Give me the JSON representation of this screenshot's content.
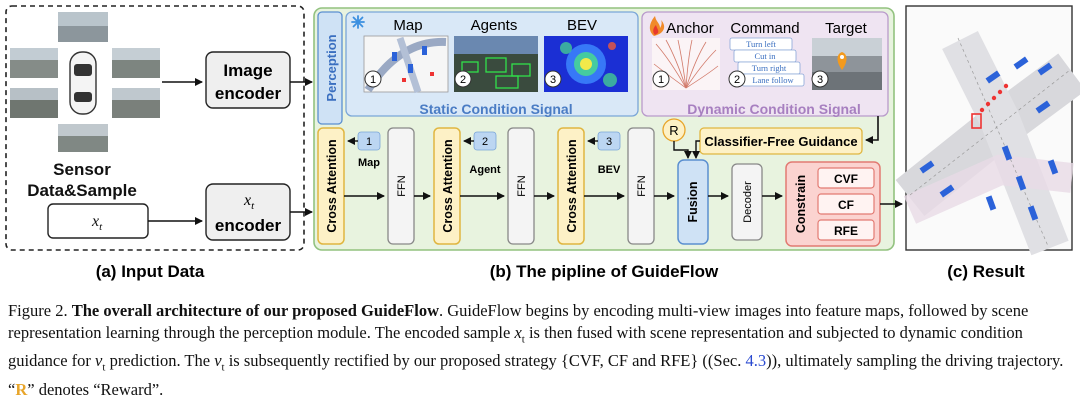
{
  "panels": {
    "input": {
      "caption": "(a) Input Data",
      "sensor_label_line1": "Sensor",
      "sensor_label_line2": "Data&Sample",
      "xt_symbol": "x",
      "xt_sub": "t",
      "image_encoder_line1": "Image",
      "image_encoder_line2": "encoder",
      "xt_encoder_symbol": "x",
      "xt_encoder_sub": "t",
      "xt_encoder_line2": "encoder"
    },
    "pipeline": {
      "caption": "(b) The pipline of GuideFlow",
      "perception_label": "Perception",
      "static": {
        "title": "Static Condition Signal",
        "items": [
          {
            "label": "Map",
            "num": "1"
          },
          {
            "label": "Agents",
            "num": "2"
          },
          {
            "label": "BEV",
            "num": "3"
          }
        ]
      },
      "dynamic": {
        "title": "Dynamic Condition Signal",
        "items": [
          {
            "label": "Anchor",
            "num": "1"
          },
          {
            "label": "Command",
            "num": "2"
          },
          {
            "label": "Target",
            "num": "3"
          }
        ],
        "commands": [
          "Turn left",
          "Cut in",
          "Turn right",
          "Lane follow"
        ]
      },
      "classifier_free_guidance": "Classifier-Free Guidance",
      "reward_badge": "R",
      "blocks": {
        "cross_attention": "Cross Attention",
        "ffn": "FFN",
        "fusion": "Fusion",
        "decoder": "Decoder",
        "constrain": "Constrain"
      },
      "token_labels": [
        {
          "num": "1",
          "label": "Map"
        },
        {
          "num": "2",
          "label": "Agent"
        },
        {
          "num": "3",
          "label": "BEV"
        }
      ],
      "constraints": [
        "CVF",
        "CF",
        "RFE"
      ]
    },
    "result": {
      "caption": "(c) Result"
    }
  },
  "caption": {
    "prefix": "Figure 2. ",
    "bold_title": "The overall architecture of our proposed GuideFlow",
    "s1": ". GuideFlow begins by encoding multi-view images into feature maps, followed by scene representation learning through the perception module. The encoded sample ",
    "var_x": "x",
    "var_x_sub": "t",
    "s2": " is then fused with scene representation and subjected to dynamic condition guidance for ",
    "var_v": "v",
    "var_v_sub": "t",
    "s3": " prediction. The ",
    "s4": " is subsequently rectified by our proposed strategy {CVF, CF and RFE} ((Sec. ",
    "sec_link": "4.3",
    "s5": ")), ultimately sampling the driving trajectory. “",
    "r_letter": "R",
    "s6": "” denotes “Reward”."
  },
  "colors": {
    "green_bg": "#e8f3df",
    "green_border": "#92c27f",
    "static_bg": "#d9e8f7",
    "static_title": "#4a7cc4",
    "dynamic_bg": "#efe4f2",
    "dynamic_title": "#a77fc0",
    "cross_attention_fill": "#fdf1c6",
    "cross_attention_border": "#e0b640",
    "fusion_fill": "#cfe2f5",
    "constrain_fill": "#fbd3d0",
    "constrain_border": "#e27a72",
    "reward": "#e8a52a"
  }
}
